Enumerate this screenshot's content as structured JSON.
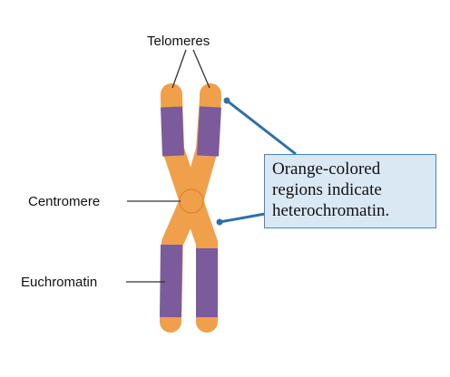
{
  "labels": {
    "telomeres": "Telomeres",
    "centromere": "Centromere",
    "euchromatin": "Euchromatin"
  },
  "note": {
    "lines": [
      "Orange-colored",
      "regions indicate",
      "heterochromatin."
    ]
  },
  "colors": {
    "heterochromatin": "#f0a04a",
    "euchromatin": "#7b5b9c",
    "callout_line": "#2f6fa8",
    "leader_line": "#333333",
    "note_fill": "#dae8f4",
    "note_border": "#4a86b8"
  }
}
